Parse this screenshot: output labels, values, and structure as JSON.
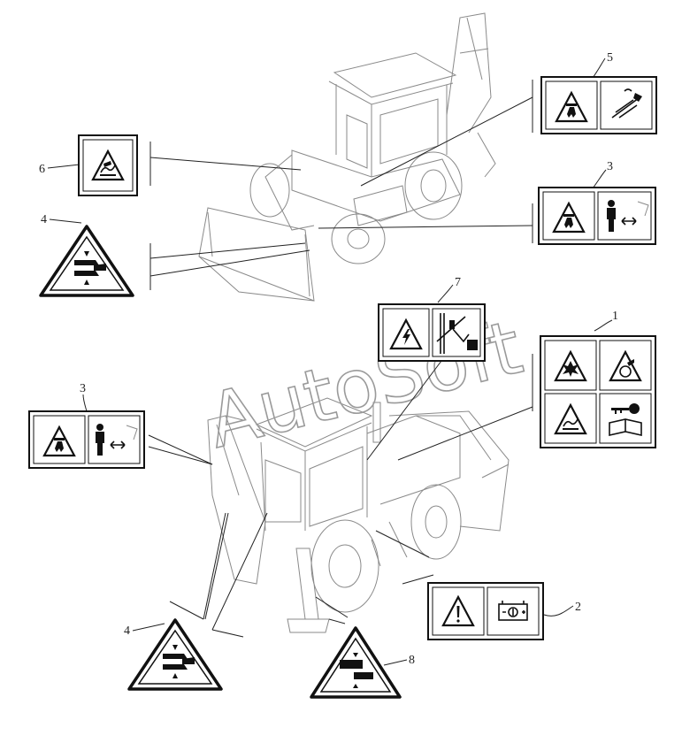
{
  "watermark": "AutoSoft",
  "callouts": [
    {
      "id": "c1",
      "number": "1"
    },
    {
      "id": "c2",
      "number": "2"
    },
    {
      "id": "c3a",
      "number": "3"
    },
    {
      "id": "c3b",
      "number": "3"
    },
    {
      "id": "c4a",
      "number": "4"
    },
    {
      "id": "c4b",
      "number": "4"
    },
    {
      "id": "c5",
      "number": "5"
    },
    {
      "id": "c6",
      "number": "6"
    },
    {
      "id": "c7",
      "number": "7"
    },
    {
      "id": "c8",
      "number": "8"
    }
  ],
  "icons": {
    "decal_1": [
      "warning-explosion-icon",
      "warning-entanglement-icon",
      "warning-hot-surface-icon",
      "key-manual-icon"
    ],
    "decal_2": [
      "warning-exclamation-icon",
      "battery-icon"
    ],
    "decal_3": [
      "warning-falling-icon",
      "keep-distance-person-icon"
    ],
    "decal_4": [
      "crush-hands-icon"
    ],
    "decal_5": [
      "warning-falling-icon",
      "lift-point-icon"
    ],
    "decal_6": [
      "hot-surface-icon"
    ],
    "decal_7": [
      "electrocution-icon",
      "overhead-line-icon"
    ],
    "decal_8": [
      "crush-stabilizer-icon"
    ]
  },
  "colors": {
    "ink": "#111111",
    "line": "#222222",
    "machine": "#8a8a8a",
    "watermark": "#9a9a9a"
  }
}
